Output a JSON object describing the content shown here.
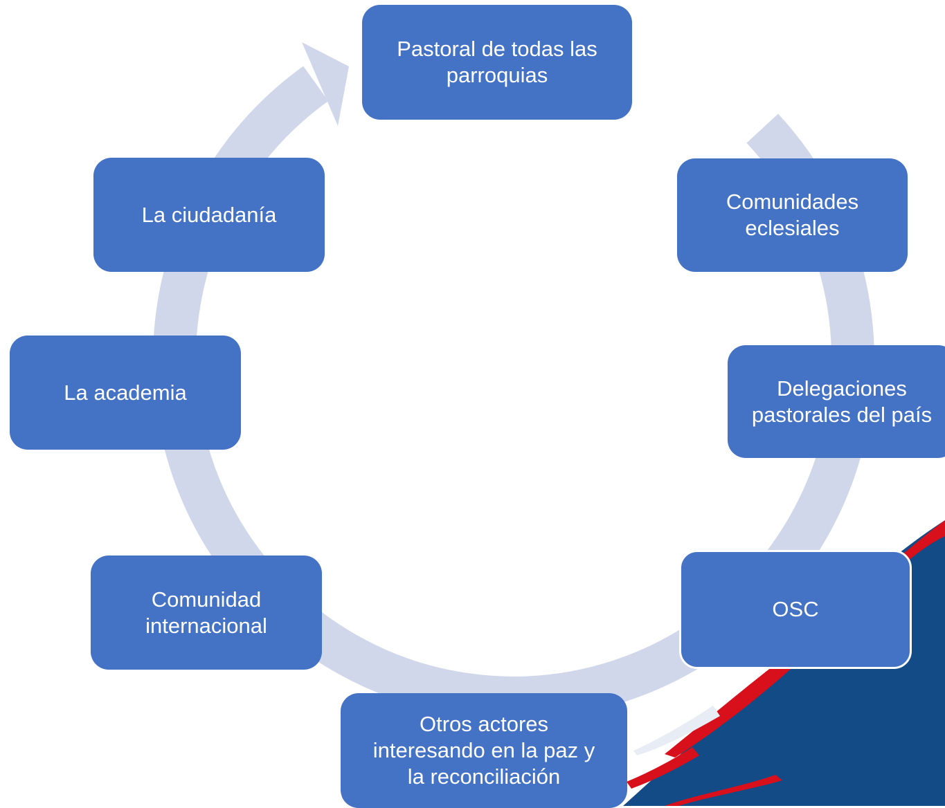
{
  "colors": {
    "node_fill": "#4472C4",
    "ring": "#D0D7EB",
    "decoration_blue": "#124B86",
    "decoration_red": "#D7101B"
  },
  "nodes": [
    {
      "id": "pastoral",
      "label": "Pastoral de todas las\nparroquias"
    },
    {
      "id": "comunidades",
      "label": "Comunidades\neclesiales"
    },
    {
      "id": "delegaciones",
      "label": "Delegaciones\npastorales del país"
    },
    {
      "id": "osc",
      "label": "OSC"
    },
    {
      "id": "otros",
      "label": "Otros actores\ninteresando en la paz y\nla reconciliación"
    },
    {
      "id": "comunidad",
      "label": "Comunidad\ninternacional"
    },
    {
      "id": "academia",
      "label": "La academia"
    },
    {
      "id": "ciudadania",
      "label": "La ciudadanía"
    }
  ]
}
